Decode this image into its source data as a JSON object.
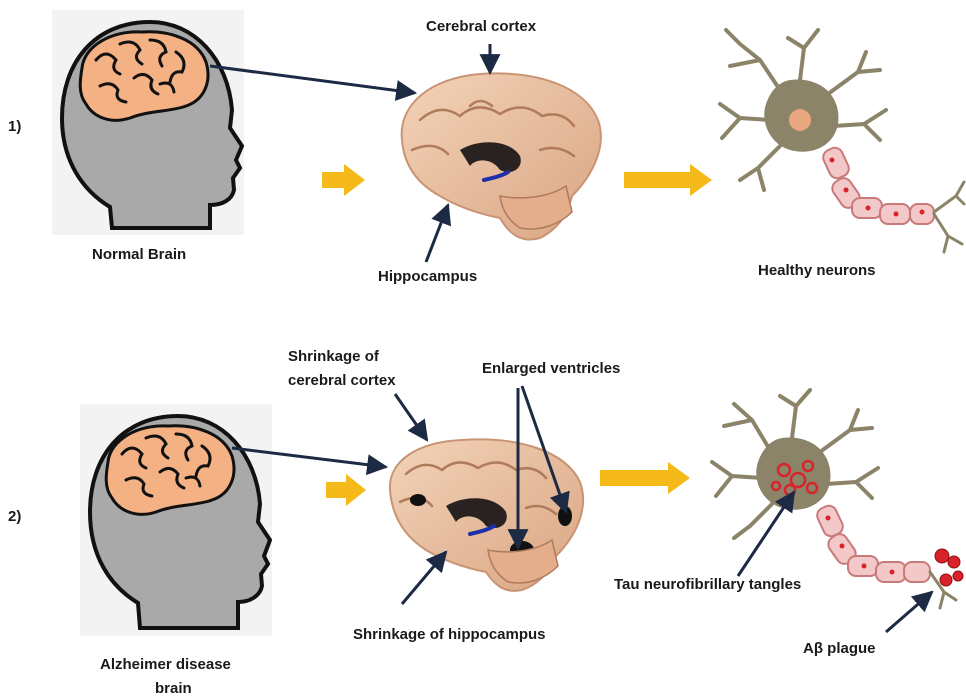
{
  "rows": [
    {
      "number": "1)",
      "head_caption": "Normal Brain",
      "brain_labels": {
        "top": "Cerebral cortex",
        "bottom": "Hippocampus"
      },
      "neuron_caption": "Healthy neurons"
    },
    {
      "number": "2)",
      "head_caption_line1": "Alzheimer disease",
      "head_caption_line2": "brain",
      "brain_labels": {
        "top_line1": "Shrinkage of",
        "top_line2": "cerebral cortex",
        "ventricles": "Enlarged ventricles",
        "bottom": "Shrinkage of hippocampus"
      },
      "neuron_labels": {
        "tangles": "Tau neurofibrillary tangles",
        "plaque": "Aβ plague"
      }
    }
  ],
  "colors": {
    "head": "#a9a9a9",
    "brain_icon": "#f4b183",
    "brain_tissue": "#e9bfa0",
    "arrow": "#f5b919",
    "neuron_body": "#8b8468",
    "myelin": "#f2c8c8",
    "lesion": "#d9232a"
  },
  "icons": [
    "head-profile-icon",
    "brain-icon",
    "brain-section-icon",
    "neuron-icon",
    "yellow-arrow-icon"
  ]
}
